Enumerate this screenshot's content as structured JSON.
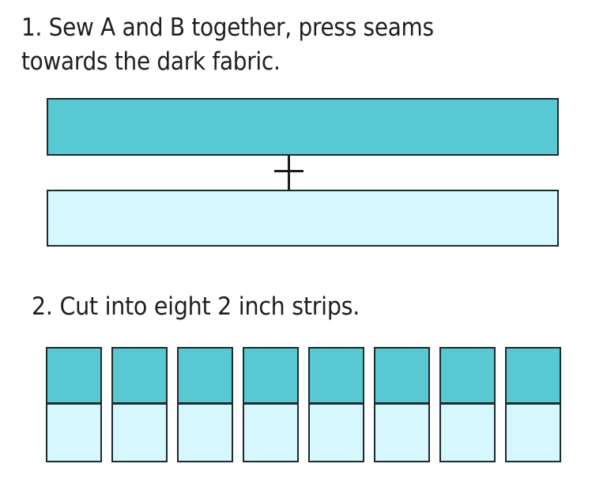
{
  "steps": [
    {
      "label": "1. Sew A and B together, press seams\ntowards the dark fabric."
    },
    {
      "label": "2. Cut into eight 2 inch strips."
    }
  ],
  "step1_lines": [
    "1. Sew A and B together, press seams",
    "towards the dark fabric."
  ],
  "colors": {
    "dark_fabric": "#58c8d2",
    "light_fabric": "#d5f7fd",
    "outline": "#1b2b2e",
    "text": "#1e1e1e"
  },
  "diagram": {
    "fabric_a": {
      "name": "A",
      "color": "#58c8d2"
    },
    "fabric_b": {
      "name": "B",
      "color": "#d5f7fd"
    },
    "join_symbol": "plus-icon",
    "strip_count": 8,
    "strips": [
      {
        "top": "#58c8d2",
        "bottom": "#d5f7fd"
      },
      {
        "top": "#58c8d2",
        "bottom": "#d5f7fd"
      },
      {
        "top": "#58c8d2",
        "bottom": "#d5f7fd"
      },
      {
        "top": "#58c8d2",
        "bottom": "#d5f7fd"
      },
      {
        "top": "#58c8d2",
        "bottom": "#d5f7fd"
      },
      {
        "top": "#58c8d2",
        "bottom": "#d5f7fd"
      },
      {
        "top": "#58c8d2",
        "bottom": "#d5f7fd"
      },
      {
        "top": "#58c8d2",
        "bottom": "#d5f7fd"
      }
    ]
  }
}
